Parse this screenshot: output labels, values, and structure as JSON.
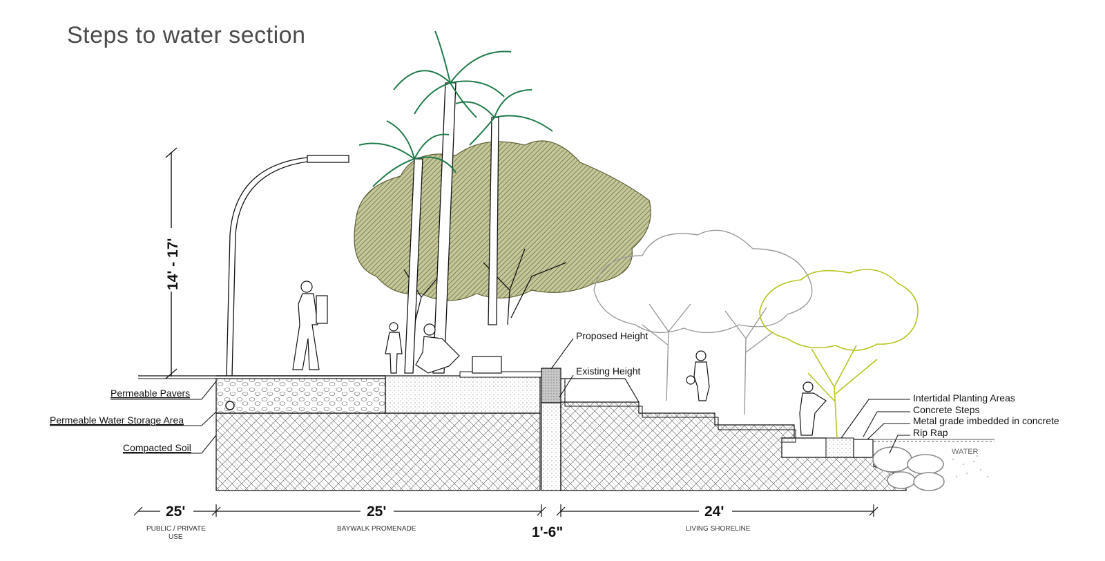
{
  "title": "Steps to water section",
  "labels": {
    "proposed_height": "Proposed Height",
    "existing_height": "Existing Height",
    "permeable_pavers": "Permeable Pavers",
    "permeable_water_storage": "Permeable Water Storage Area",
    "compacted_soil": "Compacted Soil",
    "intertidal_planting": "Intertidal Planting Areas",
    "concrete_steps": "Concrete Steps",
    "metal_grade": "Metal grade imbedded in concrete",
    "rip_rap": "Rip Rap",
    "water": "WATER"
  },
  "dimensions": {
    "height": "14' - 17'",
    "public_width": "25'",
    "promenade_width": "25'",
    "wall_width": "1'-6\"",
    "shoreline_width": "24'"
  },
  "zones": {
    "public_private_line1": "PUBLIC / PRIVATE",
    "public_private_line2": "USE",
    "baywalk": "BAYWALK PROMENADE",
    "living_shoreline": "LIVING SHORELINE"
  },
  "colors": {
    "tree_olive": "#8a8a4a",
    "palm_green": "#1f7a4a",
    "shrub_yellow": "#b8c41e",
    "tree_grey": "#9a9a9a",
    "line": "#111111"
  }
}
